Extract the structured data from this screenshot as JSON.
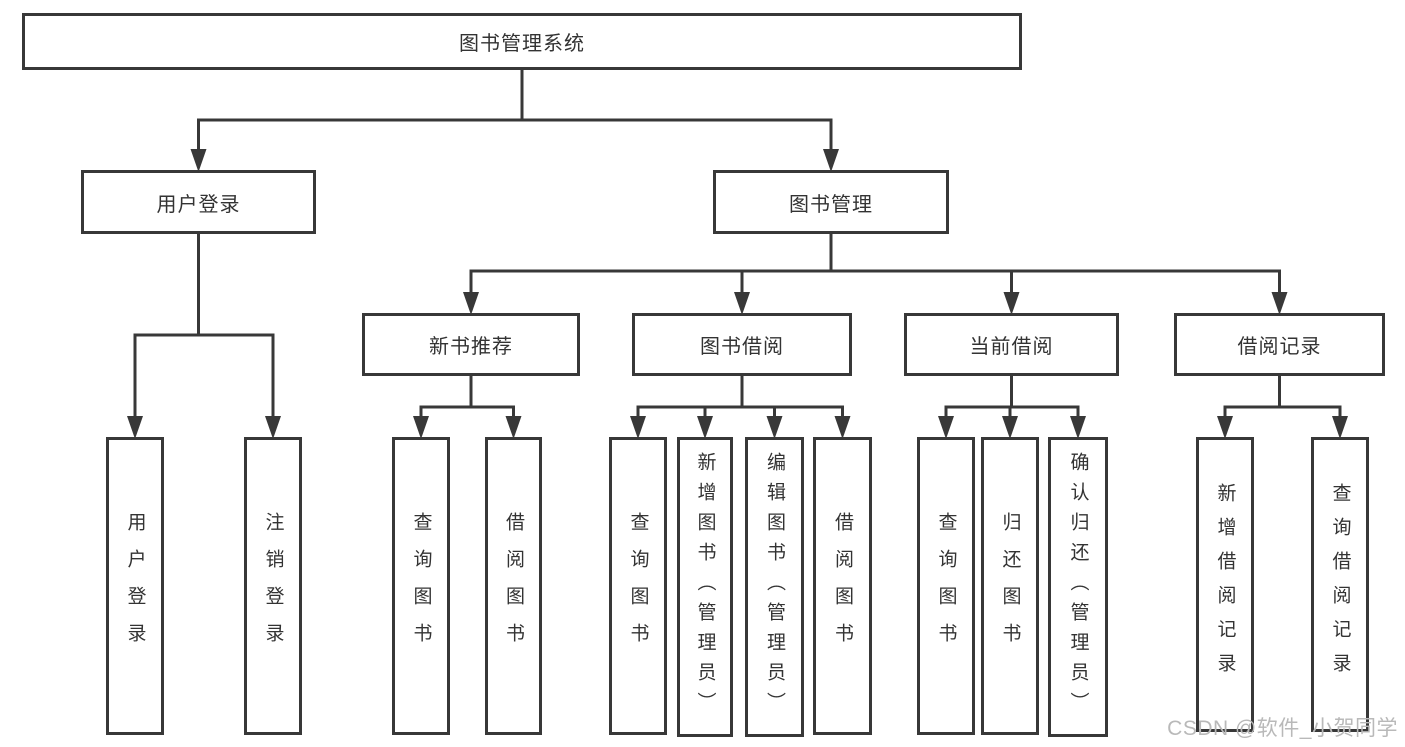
{
  "diagram": {
    "type": "tree",
    "title": "图书管理系统",
    "watermark": "CSDN @软件_小贺同学",
    "colors": {
      "line": "#383838",
      "box_border": "#383838",
      "text": "#333333",
      "background": "#ffffff",
      "watermark": "#b9b9b9"
    },
    "nodes": [
      {
        "id": "root",
        "label": "图书管理系统",
        "parent": null
      },
      {
        "id": "login",
        "label": "用户登录",
        "parent": "root"
      },
      {
        "id": "mgmt",
        "label": "图书管理",
        "parent": "root"
      },
      {
        "id": "new-books",
        "label": "新书推荐",
        "parent": "mgmt"
      },
      {
        "id": "borrow",
        "label": "图书借阅",
        "parent": "mgmt"
      },
      {
        "id": "current",
        "label": "当前借阅",
        "parent": "mgmt"
      },
      {
        "id": "records",
        "label": "借阅记录",
        "parent": "mgmt"
      },
      {
        "id": "user-login",
        "label": "用户登录",
        "parent": "login"
      },
      {
        "id": "logout",
        "label": "注销登录",
        "parent": "login"
      },
      {
        "id": "nb-query",
        "label": "查询图书",
        "parent": "new-books"
      },
      {
        "id": "nb-borrow",
        "label": "借阅图书",
        "parent": "new-books"
      },
      {
        "id": "bw-query",
        "label": "查询图书",
        "parent": "borrow"
      },
      {
        "id": "bw-add",
        "label": "新增图书（管理员）",
        "parent": "borrow"
      },
      {
        "id": "bw-edit",
        "label": "编辑图书（管理员）",
        "parent": "borrow"
      },
      {
        "id": "bw-borrow",
        "label": "借阅图书",
        "parent": "borrow"
      },
      {
        "id": "cur-query",
        "label": "查询图书",
        "parent": "current"
      },
      {
        "id": "cur-return",
        "label": "归还图书",
        "parent": "current"
      },
      {
        "id": "cur-confirm",
        "label": "确认归还（管理员）",
        "parent": "current"
      },
      {
        "id": "rec-add",
        "label": "新增借阅记录",
        "parent": "records"
      },
      {
        "id": "rec-query",
        "label": "查询借阅记录",
        "parent": "records"
      }
    ]
  }
}
